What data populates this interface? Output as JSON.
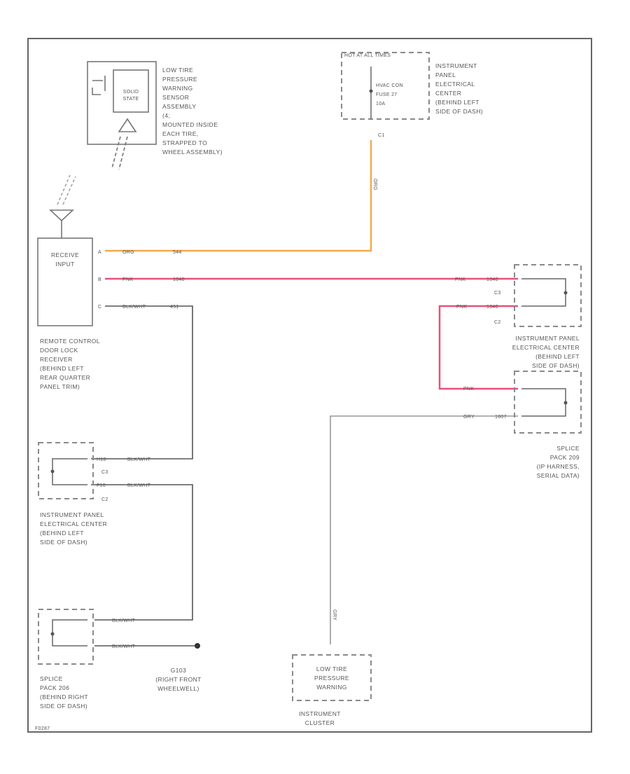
{
  "diagram_id": "F0287",
  "colors": {
    "orange_wire": "#f5a94a",
    "pink_wire": "#e8507a",
    "gray_wire": "#9a9a9a",
    "black_wire": "#444444"
  },
  "components": {
    "sensor": {
      "inner_text": [
        "SOLID",
        "STATE"
      ],
      "label": [
        "LOW TIRE",
        "PRESSURE",
        "WARNING",
        "SENSOR",
        "ASSEMBLY",
        "(4;",
        "MOUNTED INSIDE",
        "EACH TIRE,",
        "STRAPPED TO",
        "WHEEL ASSEMBLY)"
      ]
    },
    "ipec_top": {
      "header": "HOT AT ALL TIMES",
      "fuse": [
        "HVAC CON",
        "FUSE 27",
        "10A"
      ],
      "label": [
        "INSTRUMENT",
        "PANEL",
        "ELECTRICAL",
        "CENTER",
        "(BEHIND LEFT",
        "SIDE OF DASH)"
      ],
      "pin": "C1"
    },
    "receiver": {
      "inner_text": [
        "RECEIVE",
        "INPUT"
      ],
      "label": [
        "REMOTE CONTROL",
        "DOOR LOCK",
        "RECEIVER",
        "(BEHIND LEFT",
        "REAR QUARTER",
        "PANEL TRIM)"
      ],
      "pins": [
        "A",
        "B",
        "C"
      ]
    },
    "ipec_right": {
      "label": [
        "INSTRUMENT PANEL",
        "ELECTRICAL CENTER",
        "(BEHIND LEFT",
        "SIDE OF DASH)"
      ],
      "conns": [
        "C3",
        "C2"
      ]
    },
    "splice_209": {
      "label": [
        "SPLICE",
        "PACK 209",
        "(IP HARNESS,",
        "SERIAL DATA)"
      ]
    },
    "ipec_left": {
      "label": [
        "INSTRUMENT PANEL",
        "ELECTRICAL CENTER",
        "(BEHIND LEFT",
        "SIDE OF DASH)"
      ],
      "conns": [
        "C3",
        "C2"
      ],
      "pins": [
        "H10",
        "F10"
      ]
    },
    "splice_206": {
      "label": [
        "SPLICE",
        "PACK 206",
        "(BEHIND RIGHT",
        "SIDE OF DASH)"
      ]
    },
    "ground": {
      "label": [
        "G103",
        "(RIGHT FRONT",
        "WHEELWELL)"
      ]
    },
    "cluster": {
      "inner_text": [
        "LOW TIRE",
        "PRESSURE",
        "WARNING"
      ],
      "label": [
        "INSTRUMENT",
        "CLUSTER"
      ]
    }
  },
  "wires": {
    "orange": {
      "color": "ORG",
      "circuit": "544"
    },
    "pink": {
      "color": "PNK",
      "circuit": "1040"
    },
    "black_wht": {
      "color": "BLK/WHT",
      "circuit": "451"
    },
    "gray": {
      "color": "GRY",
      "circuit": "1807"
    },
    "pink_jumper": {
      "color": "PNK"
    }
  }
}
